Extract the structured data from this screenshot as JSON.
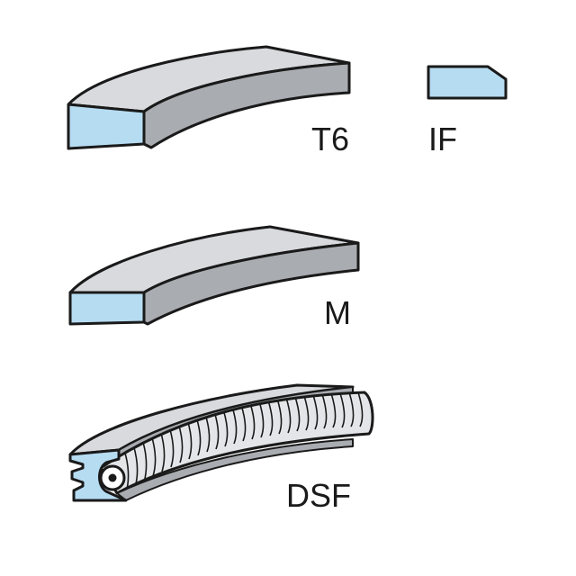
{
  "colors": {
    "top_face": "#d8dade",
    "side_face": "#a9acb1",
    "cross_section": "#b6dcf2",
    "outline": "#1a1a1a",
    "coil": "#e3e5e8"
  },
  "rings": [
    {
      "id": "t6",
      "label": "T6"
    },
    {
      "id": "m",
      "label": "M"
    },
    {
      "id": "dsf",
      "label": "DSF"
    }
  ],
  "profile": {
    "label": "IF"
  }
}
